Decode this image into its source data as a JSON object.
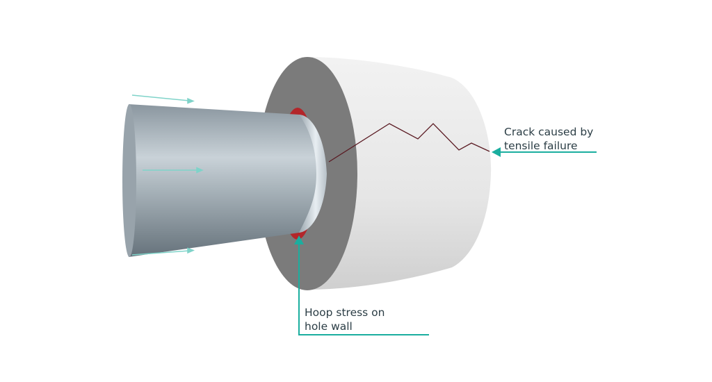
{
  "labels": {
    "crack": [
      "Crack caused by",
      "tensile failure"
    ],
    "hoop": [
      "Hoop stress on",
      "hole wall"
    ]
  },
  "colors": {
    "accent": "#1aae9f",
    "crack": "#5a1a22",
    "stress_zone": "#b3262a",
    "block_face": "#7a7a7a",
    "block_body": "#e8e8e8"
  }
}
